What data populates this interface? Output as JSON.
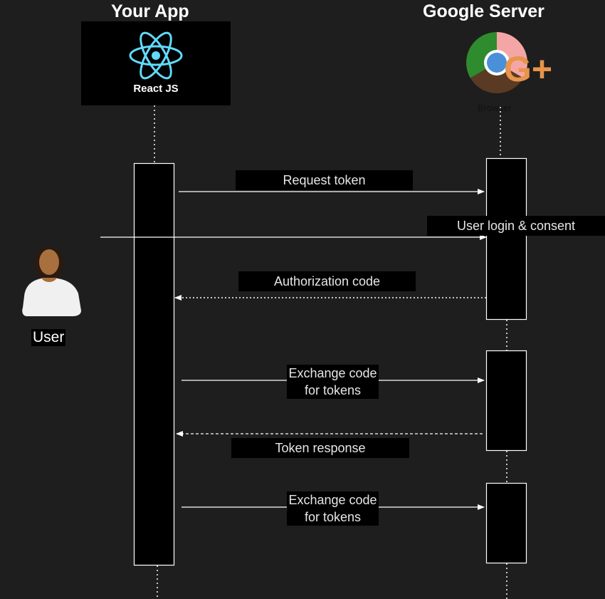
{
  "participants": {
    "app": {
      "title": "Your App",
      "logo_text": "React JS",
      "logo_color": "#61dafb"
    },
    "server": {
      "title": "Google Server",
      "logo_text": "G+",
      "logo_caption": "Browser"
    },
    "user": {
      "label": "User"
    }
  },
  "messages": [
    {
      "id": "m1",
      "label": [
        "Request token"
      ],
      "from": "app",
      "to": "server",
      "style": "solid"
    },
    {
      "id": "m2",
      "label": [
        "User login & consent"
      ],
      "from": "user",
      "to": "server",
      "style": "solid"
    },
    {
      "id": "m3",
      "label": [
        "Authorization code"
      ],
      "from": "server",
      "to": "app",
      "style": "dotted"
    },
    {
      "id": "m4",
      "label": [
        "Exchange code",
        "for tokens"
      ],
      "from": "app",
      "to": "server",
      "style": "solid"
    },
    {
      "id": "m5",
      "label": [
        "Token response"
      ],
      "from": "server",
      "to": "app",
      "style": "dashed"
    },
    {
      "id": "m6",
      "label": [
        "Exchange code",
        "for tokens"
      ],
      "from": "app",
      "to": "server",
      "style": "solid"
    }
  ],
  "colors": {
    "background": "#1e1e1e",
    "line": "#ffffff",
    "box": "#000000",
    "activation_border": "#ffffff"
  }
}
